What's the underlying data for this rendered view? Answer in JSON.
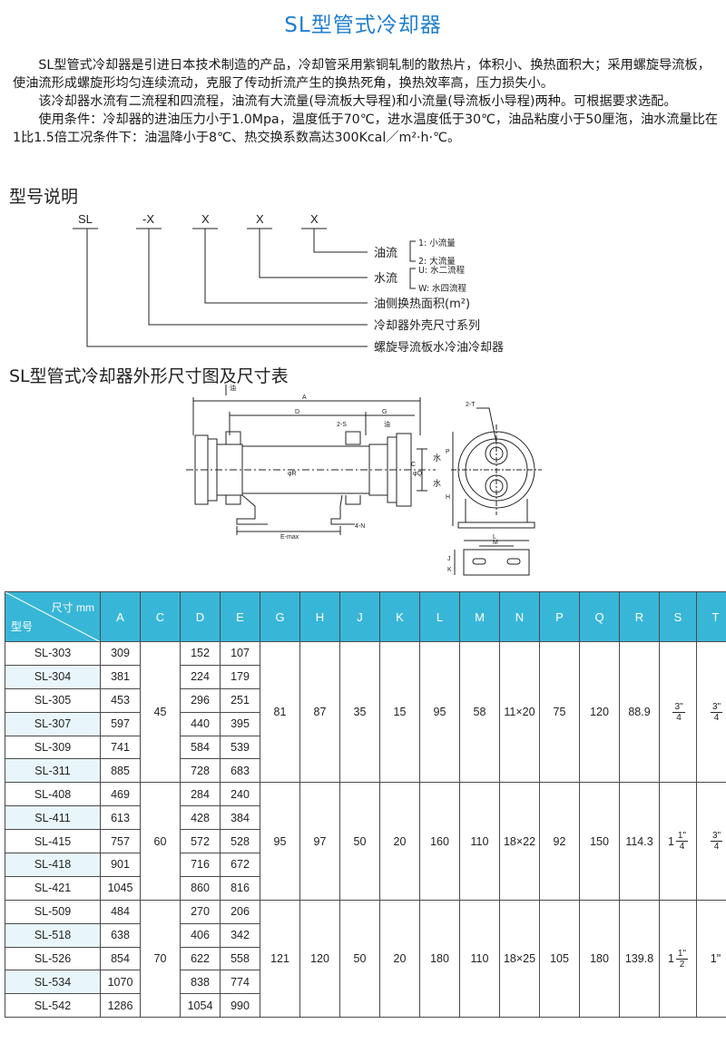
{
  "title": "SL型管式冷却器",
  "intro": [
    "SL型管式冷却器是引进日本技术制造的产品，冷却管采用紫铜轧制的散热片，体积小、换热面积大；采用螺旋导流板，使油流形成螺旋形均匀连续流动，克服了传动折流产生的换热死角，换热效率高，压力损失小。",
    "该冷却器水流有二流程和四流程，油流有大流量(导流板大导程)和小流量(导流板小导程)两种。可根据要求选配。",
    "使用条件：冷却器的进油压力小于1.0Mpa，温度低于70℃，进水温度低于30℃，油品粘度小于50厘沲，油水流量比在1比1.5倍工况条件下：油温降小于8℃、热交换系数高达300Kcal／m²·h·℃。"
  ],
  "model_section": {
    "heading": "型号说明",
    "code_parts": [
      "SL",
      "-X",
      "X",
      "X",
      "X"
    ],
    "labels": {
      "oil_flow": "油流",
      "oil_opt1": "1: 小流量",
      "oil_opt2": "2: 大流量",
      "water_flow": "水流",
      "water_opt1": "U: 水二流程",
      "water_opt2": "W: 水四流程",
      "area": "油侧换热面积(m²)",
      "shell": "冷却器外壳尺寸系列",
      "type": "螺旋导流板水冷油冷却器"
    }
  },
  "outline_section": {
    "heading": "SL型管式冷却器外形尺寸图及尺寸表",
    "drawing_labels": {
      "oil_in": "油",
      "oil_out": "油",
      "water": "水",
      "A": "A",
      "D": "D",
      "G": "G",
      "twoS": "2-S",
      "phiR": "φR",
      "phiQ": "φQ",
      "C": "C",
      "Emax": "E-max",
      "fourN": "4-N",
      "twoT": "2-T",
      "P": "P",
      "H": "H",
      "L": "L",
      "M": "M",
      "J": "J",
      "K": "K"
    }
  },
  "table": {
    "header_size": "尺寸 mm",
    "header_model": "型号",
    "columns": [
      "A",
      "C",
      "D",
      "E",
      "G",
      "H",
      "J",
      "K",
      "L",
      "M",
      "N",
      "P",
      "Q",
      "R",
      "S",
      "T"
    ],
    "groups": [
      {
        "rows": [
          {
            "model": "SL-303",
            "A": "309",
            "D": "152",
            "E": "107"
          },
          {
            "model": "SL-304",
            "A": "381",
            "D": "224",
            "E": "179"
          },
          {
            "model": "SL-305",
            "A": "453",
            "D": "296",
            "E": "251"
          },
          {
            "model": "SL-307",
            "A": "597",
            "D": "440",
            "E": "395"
          },
          {
            "model": "SL-309",
            "A": "741",
            "D": "584",
            "E": "539"
          },
          {
            "model": "SL-311",
            "A": "885",
            "D": "728",
            "E": "683"
          }
        ],
        "C": "45",
        "G": "81",
        "H": "87",
        "J": "35",
        "K": "15",
        "L": "95",
        "M": "58",
        "N": "11×20",
        "P": "75",
        "Q": "120",
        "R": "88.9",
        "S": {
          "whole": "",
          "num": "3\"",
          "den": "4"
        },
        "T": {
          "whole": "",
          "num": "3\"",
          "den": "4"
        }
      },
      {
        "rows": [
          {
            "model": "SL-408",
            "A": "469",
            "D": "284",
            "E": "240"
          },
          {
            "model": "SL-411",
            "A": "613",
            "D": "428",
            "E": "384"
          },
          {
            "model": "SL-415",
            "A": "757",
            "D": "572",
            "E": "528"
          },
          {
            "model": "SL-418",
            "A": "901",
            "D": "716",
            "E": "672"
          },
          {
            "model": "SL-421",
            "A": "1045",
            "D": "860",
            "E": "816"
          }
        ],
        "C": "60",
        "G": "95",
        "H": "97",
        "J": "50",
        "K": "20",
        "L": "160",
        "M": "110",
        "N": "18×22",
        "P": "92",
        "Q": "150",
        "R": "114.3",
        "S": {
          "whole": "1",
          "num": "1\"",
          "den": "4"
        },
        "T": {
          "whole": "",
          "num": "3\"",
          "den": "4"
        }
      },
      {
        "rows": [
          {
            "model": "SL-509",
            "A": "484",
            "D": "270",
            "E": "206"
          },
          {
            "model": "SL-518",
            "A": "638",
            "D": "406",
            "E": "342"
          },
          {
            "model": "SL-526",
            "A": "854",
            "D": "622",
            "E": "558"
          },
          {
            "model": "SL-534",
            "A": "1070",
            "D": "838",
            "E": "774"
          },
          {
            "model": "SL-542",
            "A": "1286",
            "D": "1054",
            "E": "990"
          }
        ],
        "C": "70",
        "G": "121",
        "H": "120",
        "J": "50",
        "K": "20",
        "L": "180",
        "M": "110",
        "N": "18×25",
        "P": "105",
        "Q": "180",
        "R": "139.8",
        "S": {
          "whole": "1",
          "num": "1\"",
          "den": "2"
        },
        "T": {
          "whole": "1\"",
          "num": "",
          "den": ""
        }
      }
    ]
  }
}
